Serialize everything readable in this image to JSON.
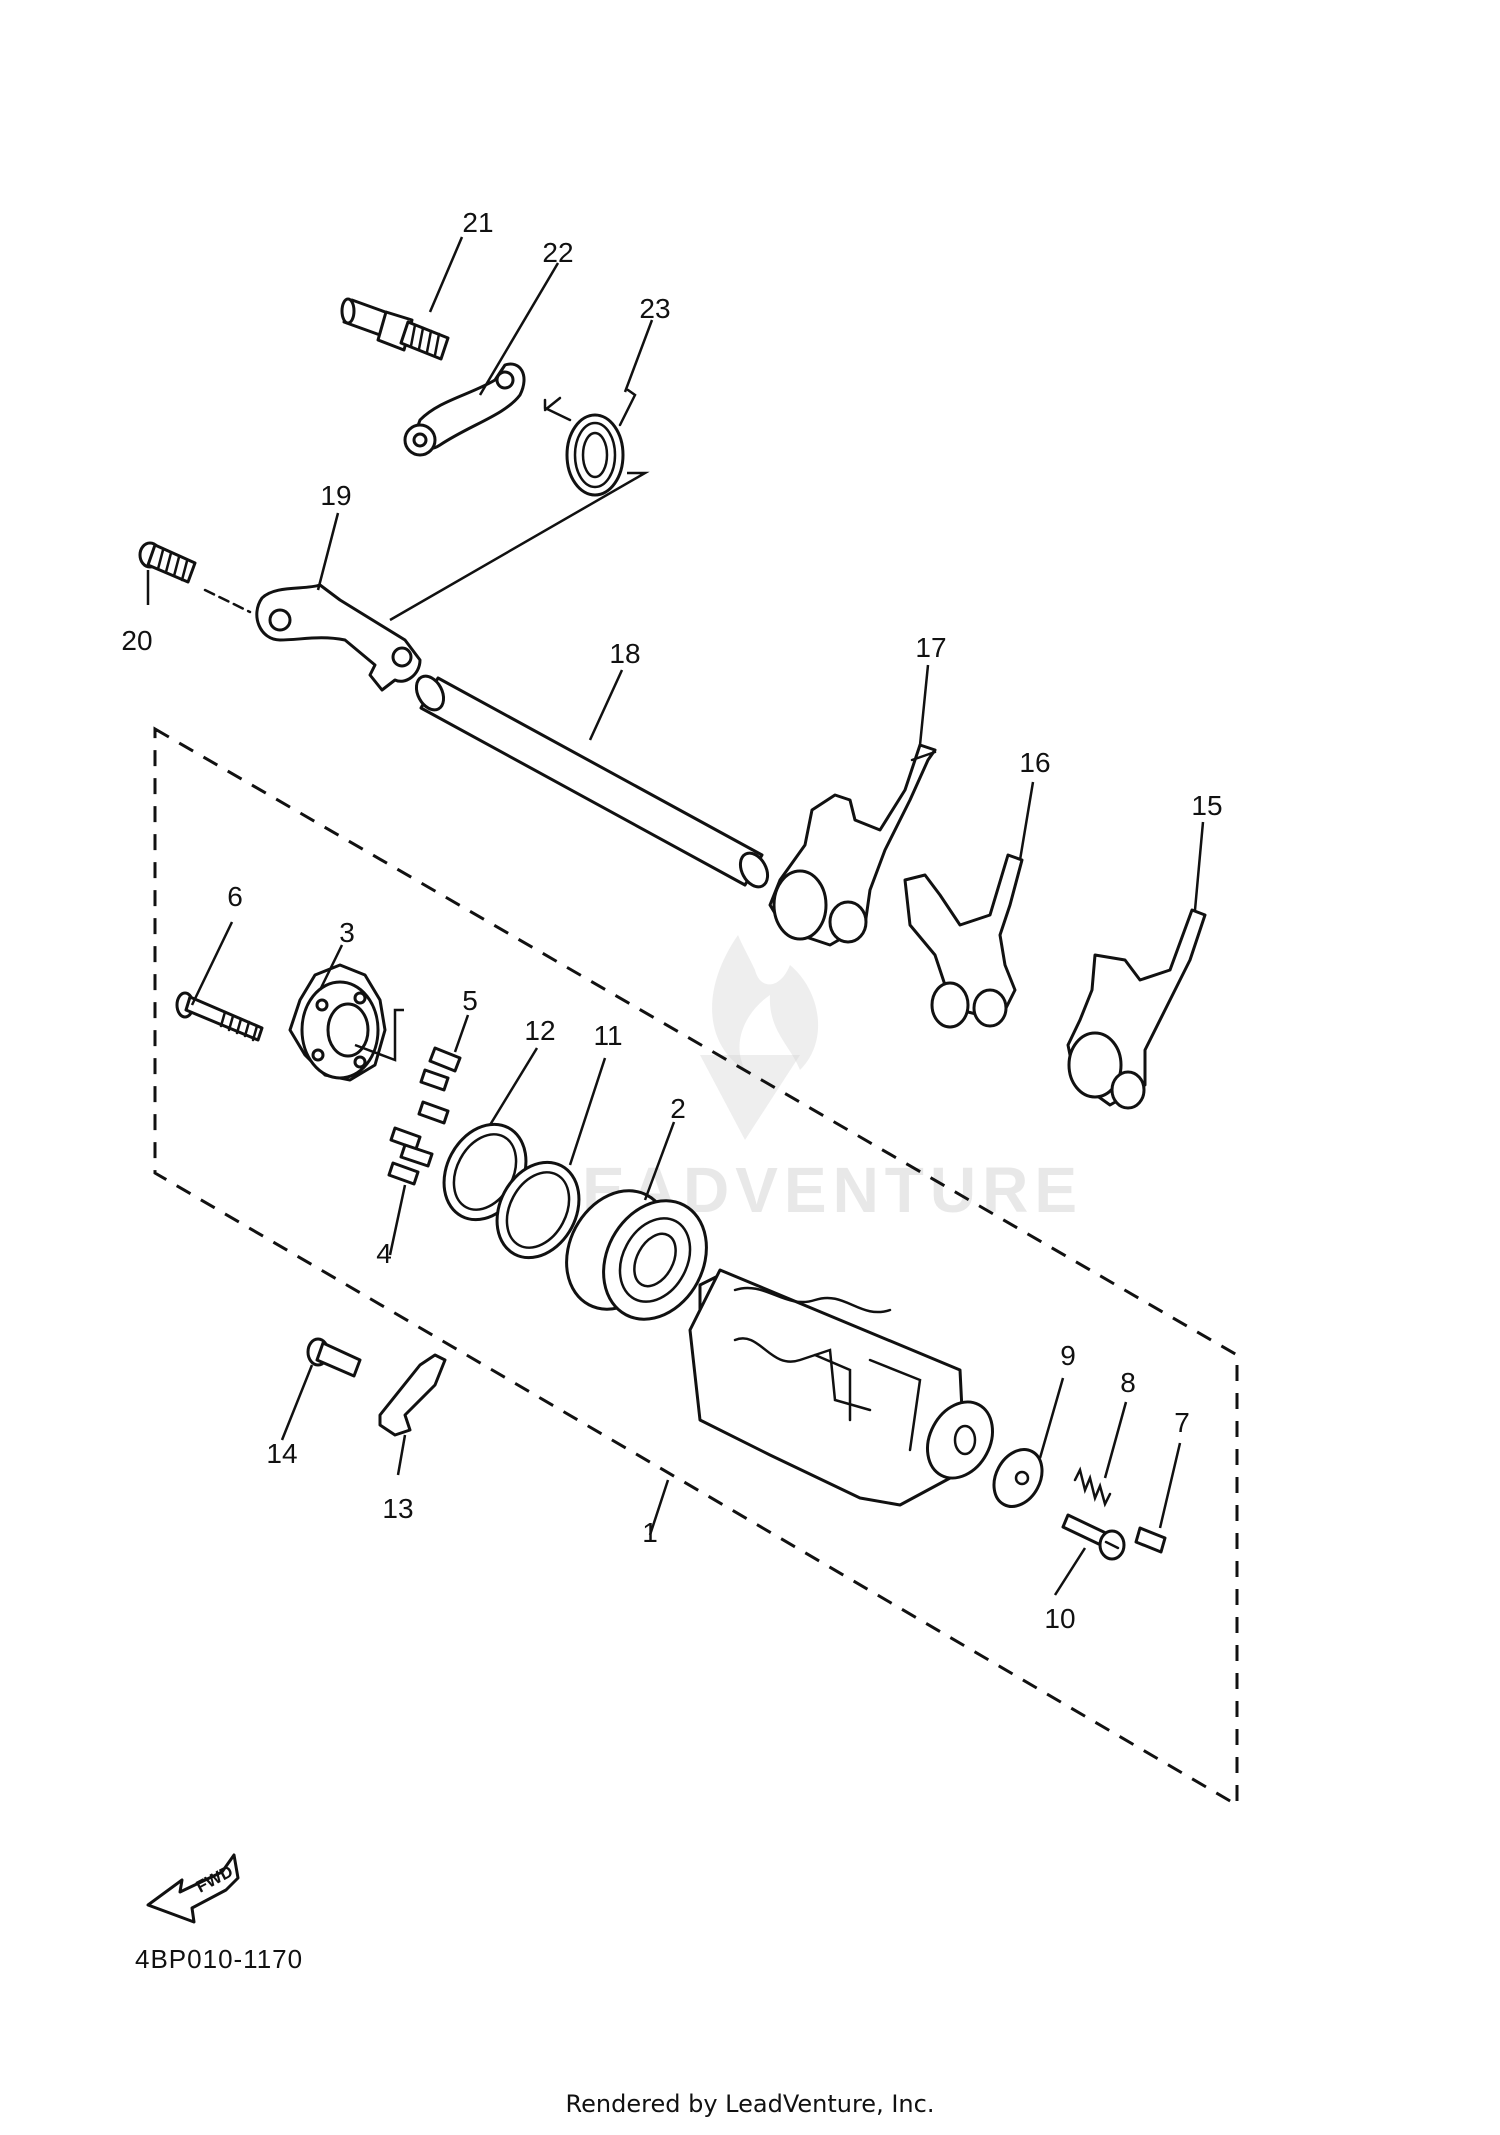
{
  "callouts": [
    "1",
    "2",
    "3",
    "4",
    "5",
    "6",
    "7",
    "8",
    "9",
    "10",
    "11",
    "12",
    "13",
    "14",
    "15",
    "16",
    "17",
    "18",
    "19",
    "20",
    "21",
    "22",
    "23"
  ],
  "fwd_label": "FWD",
  "diagram_code": "4BP010-1170",
  "watermark": "LEADVENTURE",
  "footer": "Rendered by LeadVenture, Inc.",
  "colors": {
    "line": "#111111",
    "background": "#ffffff",
    "watermark": "#bfbfbf"
  }
}
